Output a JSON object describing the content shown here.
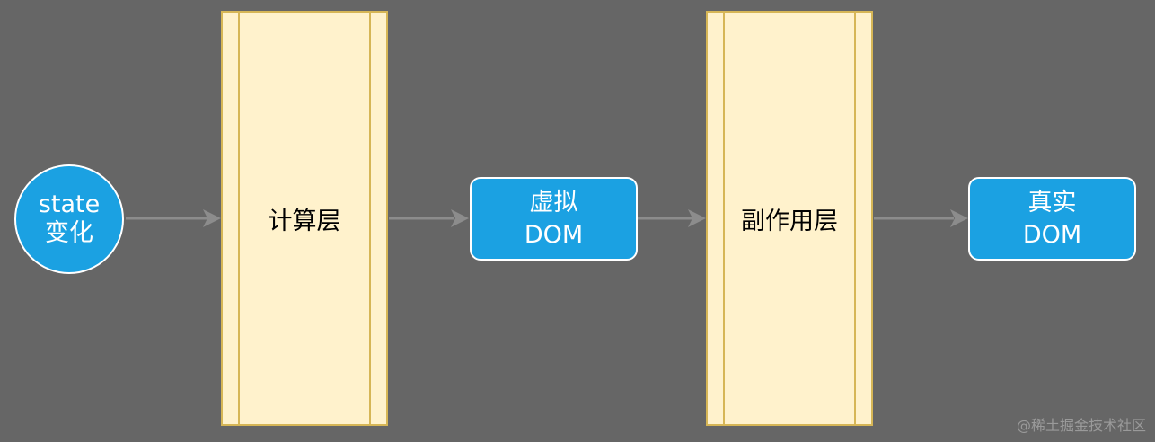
{
  "diagram": {
    "nodes": {
      "state": {
        "line1": "state",
        "line2": "变化"
      },
      "compute_layer": {
        "label": "计算层"
      },
      "virtual_dom": {
        "line1": "虚拟",
        "line2": "DOM"
      },
      "effect_layer": {
        "label": "副作用层"
      },
      "real_dom": {
        "line1": "真实",
        "line2": "DOM"
      }
    },
    "edges": [
      {
        "from": "state",
        "to": "compute_layer"
      },
      {
        "from": "compute_layer",
        "to": "virtual_dom"
      },
      {
        "from": "virtual_dom",
        "to": "effect_layer"
      },
      {
        "from": "effect_layer",
        "to": "real_dom"
      }
    ],
    "colors": {
      "background": "#666666",
      "blue_fill": "#1ba1e2",
      "layer_fill": "#fff2cc",
      "layer_stroke": "#d6b656",
      "arrow": "#8c8c8c"
    }
  },
  "watermark": "@稀土掘金技术社区"
}
